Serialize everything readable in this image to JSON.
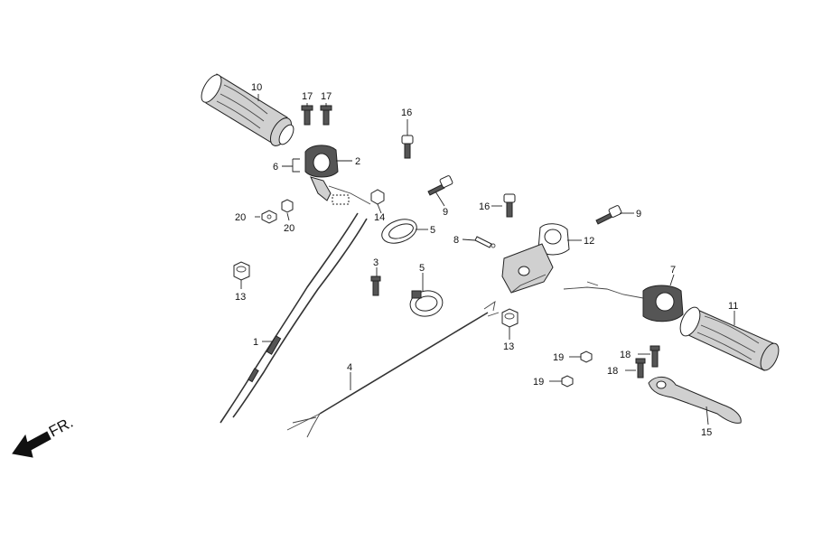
{
  "direction_label": "FR.",
  "callouts": {
    "c1": "1",
    "c2": "2",
    "c3": "3",
    "c4": "4",
    "c5a": "5",
    "c5b": "5",
    "c6": "6",
    "c7": "7",
    "c8": "8",
    "c9a": "9",
    "c9b": "9",
    "c10": "10",
    "c11": "11",
    "c12": "12",
    "c13a": "13",
    "c13b": "13",
    "c14": "14",
    "c15": "15",
    "c16a": "16",
    "c16b": "16",
    "c17a": "17",
    "c17b": "17",
    "c18a": "18",
    "c18b": "18",
    "c19a": "19",
    "c19b": "19",
    "c20a": "20",
    "c20b": "20"
  }
}
